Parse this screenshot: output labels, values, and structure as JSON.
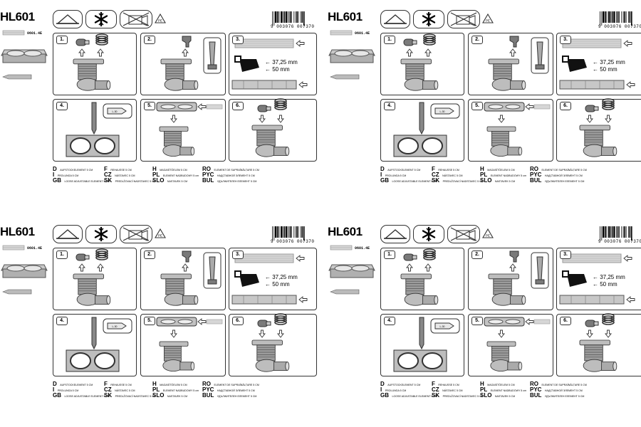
{
  "sheets": [
    {
      "model": "HL601",
      "barcode_number": "9 003076 007370",
      "part_number": "0601.4E"
    },
    {
      "model": "HL601",
      "barcode_number": "9 003076 007370",
      "part_number": "0601.4E"
    },
    {
      "model": "HL601",
      "barcode_number": "9 003076 007370",
      "part_number": "0601.4E"
    },
    {
      "model": "HL601",
      "barcode_number": "9 003076 007370",
      "part_number": "0601.4E"
    }
  ],
  "steps": [
    "1.",
    "2.",
    "3.",
    "4.",
    "5.",
    "6."
  ],
  "dimensions": {
    "d1": "← 37,25 mm",
    "d2": "← 50 mm"
  },
  "icons": {
    "frost_protection": "snowflake-icon",
    "indoor": "house-icon",
    "no_bin": "crossed-out-bin-icon",
    "recycle": "recycle-icon",
    "recycle_code": "PE"
  },
  "legend": [
    {
      "code": "D",
      "text": "AUFSTOCKELEMENT 5 CM"
    },
    {
      "code": "I",
      "text": "PROLUNGA 5 CM"
    },
    {
      "code": "GB",
      "text": "LOOSE ADJUSTABLE ELEMENT 5 CM"
    },
    {
      "code": "F",
      "text": "REHAUSSE 5 CM"
    },
    {
      "code": "CZ",
      "text": "NÁSTAVEC 5 CM"
    },
    {
      "code": "SK",
      "text": "PREDLŽOVACÍ NADSTAVEC 5 CM"
    },
    {
      "code": "H",
      "text": "MAGASÍTÓELEM 5 CM"
    },
    {
      "code": "PL",
      "text": "ELEMENT NADBUDOWY 5 cm"
    },
    {
      "code": "SLO",
      "text": "NASTAVEK 5 CM"
    },
    {
      "code": "RO",
      "text": "ELEMENT DE SUPRAÎNĂLȚARE 5 CM"
    },
    {
      "code": "PYC",
      "text": "НАДСТАВНОЙ ЭЛЕМЕНТ 5 СМ"
    },
    {
      "code": "BUL",
      "text": "УДЪЛЖИТЕЛЕН ЕЛЕМЕНТ 5 СМ"
    }
  ]
}
